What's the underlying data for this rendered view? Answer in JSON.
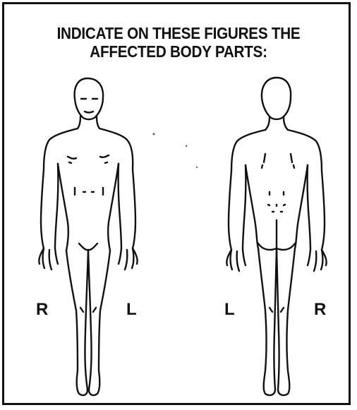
{
  "instruction": {
    "line1": "INDICATE ON THESE FIGURES THE",
    "line2": "AFFECTED BODY PARTS:"
  },
  "front_figure": {
    "right_side_label": "R",
    "left_side_label": "L"
  },
  "back_figure": {
    "left_side_label": "L",
    "right_side_label": "R"
  },
  "colors": {
    "ink": "#111111",
    "paper": "#ffffff"
  }
}
